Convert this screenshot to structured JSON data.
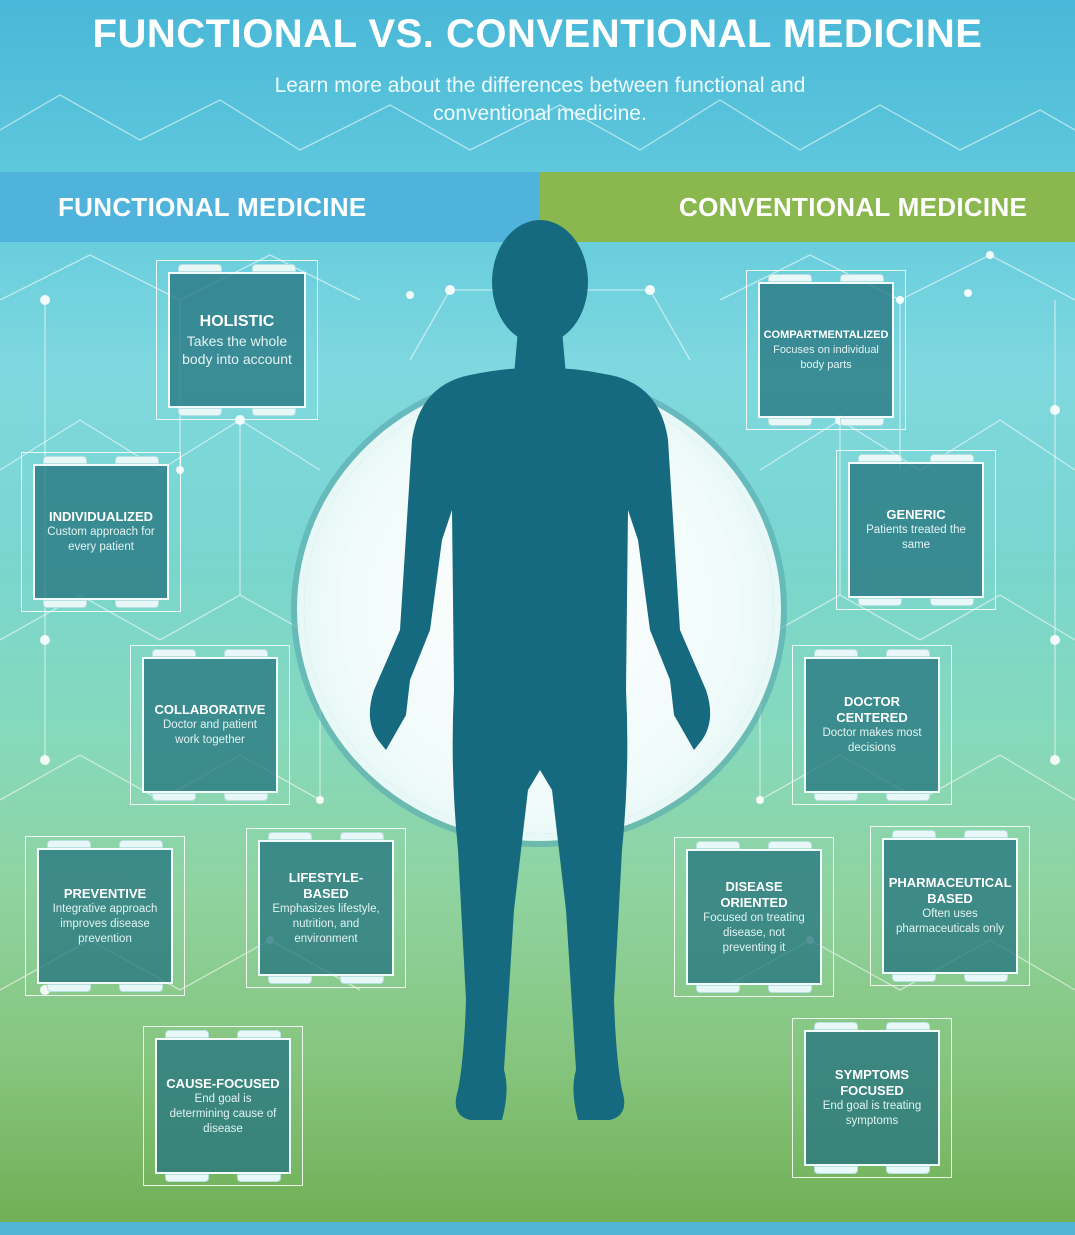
{
  "header": {
    "title": "FUNCTIONAL VS. CONVENTIONAL MEDICINE",
    "subtitle": "Learn more about the differences between functional and conventional medicine."
  },
  "columns": {
    "functional": "FUNCTIONAL MEDICINE",
    "conventional": "CONVENTIONAL MEDICINE"
  },
  "functional_cards": [
    {
      "title": "HOLISTIC",
      "desc": "Takes the whole body into account"
    },
    {
      "title": "INDIVIDUALIZED",
      "desc": "Custom approach for every patient"
    },
    {
      "title": "COLLABORATIVE",
      "desc": "Doctor and patient work together"
    },
    {
      "title": "PREVENTIVE",
      "desc": "Integrative approach improves disease prevention"
    },
    {
      "title": "LIFESTYLE-BASED",
      "desc": "Emphasizes lifestyle, nutrition, and environment"
    },
    {
      "title": "CAUSE-FOCUSED",
      "desc": "End goal is determining cause of disease"
    }
  ],
  "conventional_cards": [
    {
      "title": "COMPARTMENTALIZED",
      "desc": "Focuses on individual body parts"
    },
    {
      "title": "GENERIC",
      "desc": "Patients treated the same"
    },
    {
      "title": "DOCTOR CENTERED",
      "desc": "Doctor makes most decisions"
    },
    {
      "title": "DISEASE ORIENTED",
      "desc": "Focused on treating disease, not preventing it"
    },
    {
      "title": "PHARMACEUTICAL BASED",
      "desc": "Often uses pharmaceuticals only"
    },
    {
      "title": "SYMPTOMS FOCUSED",
      "desc": "End goal is treating symptoms"
    }
  ],
  "colors": {
    "functional_band": "#4fb3dc",
    "conventional_band": "#8ab84e",
    "silhouette": "#166a80",
    "card_fill": "#267680"
  },
  "icons": {
    "figure": "human-silhouette",
    "background": "hexagon-network"
  }
}
